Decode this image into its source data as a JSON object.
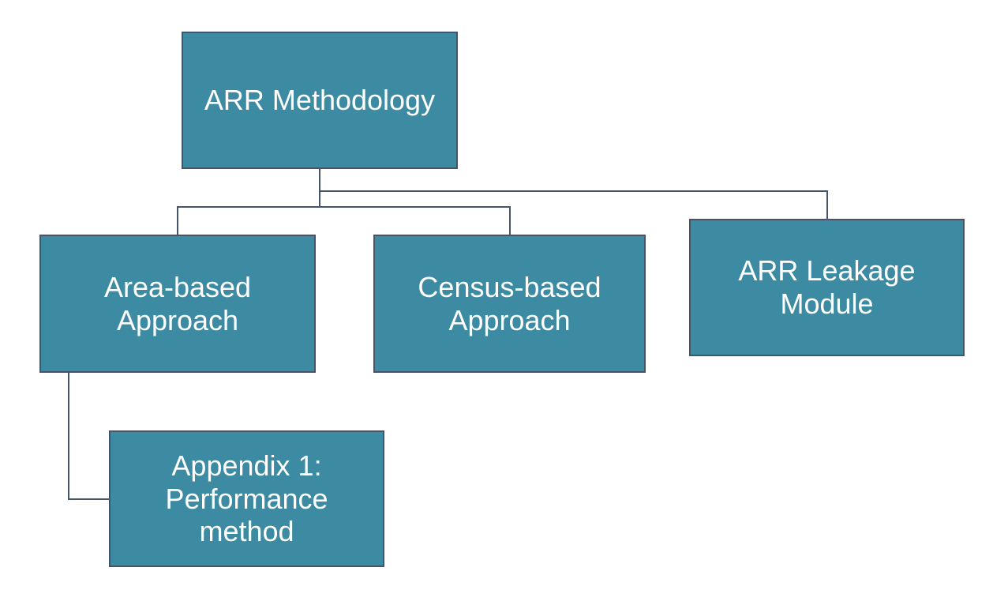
{
  "diagram": {
    "type": "org-chart",
    "colors": {
      "node_fill": "#3D8BA3",
      "node_border": "#44546A",
      "connector": "#44546A",
      "text": "#FFFFFF",
      "background": "#FFFFFF"
    },
    "nodes": {
      "root": {
        "id": "arr-methodology",
        "label": "ARR Methodology",
        "lines": [
          "ARR Methodology"
        ]
      },
      "area": {
        "id": "area-based-approach",
        "label": "Area-based Approach",
        "lines": [
          "Area-based",
          "Approach"
        ]
      },
      "census": {
        "id": "census-based-approach",
        "label": "Census-based Approach",
        "lines": [
          "Census-based",
          "Approach"
        ]
      },
      "leakage": {
        "id": "arr-leakage-module",
        "label": "ARR Leakage Module",
        "lines": [
          "ARR Leakage",
          "Module"
        ]
      },
      "appendix": {
        "id": "appendix-1-performance-method",
        "label": "Appendix 1: Performance method",
        "lines": [
          "Appendix 1:",
          "Performance",
          "method"
        ]
      }
    },
    "edges": [
      {
        "from": "arr-methodology",
        "to": "area-based-approach"
      },
      {
        "from": "arr-methodology",
        "to": "census-based-approach"
      },
      {
        "from": "arr-methodology",
        "to": "arr-leakage-module"
      },
      {
        "from": "area-based-approach",
        "to": "appendix-1-performance-method"
      }
    ]
  }
}
